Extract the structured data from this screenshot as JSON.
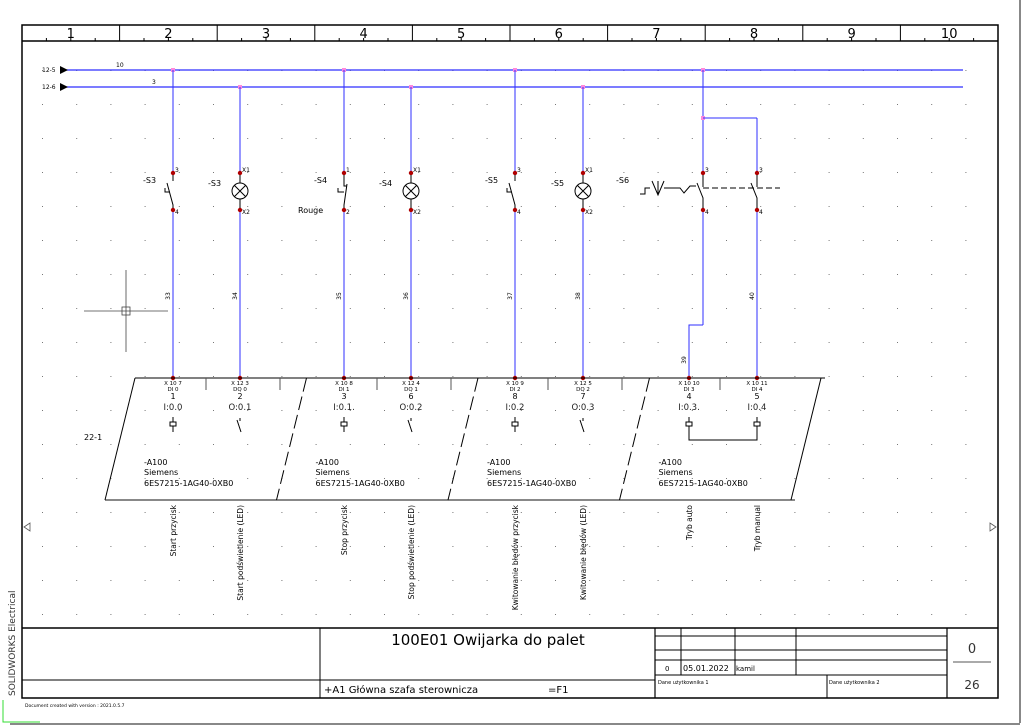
{
  "colors": {
    "wire": "#2f2fff",
    "junction": "#ff88dd",
    "terminal": "#b00000",
    "frame": "#000000"
  },
  "columns": [
    "1",
    "2",
    "3",
    "4",
    "5",
    "6",
    "7",
    "8",
    "9",
    "10"
  ],
  "buses": [
    {
      "label": "12-5",
      "wire_number": "10"
    },
    {
      "label": "12-6",
      "wire_number": "3"
    }
  ],
  "circuits": [
    {
      "tag": "-S3",
      "type": "pushbutton-no",
      "pin_top": "3",
      "pin_bottom": "4",
      "wire_number": "33",
      "extra": "",
      "plc_terminal": "X 10 7",
      "plc_channel": "DI 0",
      "plc_index": "1",
      "plc_address": "I:0.0",
      "signal": "Start przycisk"
    },
    {
      "tag": "-S3",
      "type": "lamp",
      "pin_top": "X1",
      "pin_bottom": "X2",
      "wire_number": "34",
      "extra": "",
      "plc_terminal": "X 12 3",
      "plc_channel": "DQ 0",
      "plc_index": "2",
      "plc_address": "O:0.1",
      "signal": "Start podświetlenie (LED)"
    },
    {
      "tag": "-S4",
      "type": "pushbutton-nc",
      "pin_top": "1",
      "pin_bottom": "2",
      "wire_number": "35",
      "extra": "Rouge",
      "plc_terminal": "X 10 8",
      "plc_channel": "DI 1",
      "plc_index": "3",
      "plc_address": "I:0.1.",
      "signal": "Stop przycisk"
    },
    {
      "tag": "-S4",
      "type": "lamp",
      "pin_top": "X1",
      "pin_bottom": "X2",
      "wire_number": "36",
      "extra": "",
      "plc_terminal": "X 12 4",
      "plc_channel": "DQ 1",
      "plc_index": "6",
      "plc_address": "O:0.2",
      "signal": "Stop podświetlenie (LED)"
    },
    {
      "tag": "-S5",
      "type": "pushbutton-no",
      "pin_top": "3",
      "pin_bottom": "4",
      "wire_number": "37",
      "extra": "",
      "plc_terminal": "X 10 9",
      "plc_channel": "DI 2",
      "plc_index": "8",
      "plc_address": "I:0.2",
      "signal": "Kwitowanie błędów przycisk"
    },
    {
      "tag": "-S5",
      "type": "lamp",
      "pin_top": "X1",
      "pin_bottom": "X2",
      "wire_number": "38",
      "extra": "",
      "plc_terminal": "X 12 5",
      "plc_channel": "DQ 2",
      "plc_index": "7",
      "plc_address": "O:0.3",
      "signal": "Kwitowanie błędów (LED)"
    },
    {
      "tag": "-S6",
      "type": "selector",
      "pin_top": "3",
      "pin_bottom": "4",
      "wire_number": "39",
      "extra": "",
      "plc_terminal": "X 10 10",
      "plc_channel": "DI 3",
      "plc_index": "4",
      "plc_address": "I:0.3.",
      "signal": "Tryb auto"
    },
    {
      "tag": "",
      "type": "selector-2",
      "pin_top": "3",
      "pin_bottom": "4",
      "wire_number": "40",
      "extra": "",
      "plc_terminal": "X 10 11",
      "plc_channel": "DI 4",
      "plc_index": "5",
      "plc_address": "I:0.4",
      "signal": "Tryb manual"
    }
  ],
  "plc": {
    "ref": "22-1",
    "modules": [
      {
        "tag": "-A100",
        "maker": "Siemens",
        "part": "6ES7215-1AG40-0XB0"
      },
      {
        "tag": "-A100",
        "maker": "Siemens",
        "part": "6ES7215-1AG40-0XB0"
      },
      {
        "tag": "-A100",
        "maker": "Siemens",
        "part": "6ES7215-1AG40-0XB0"
      },
      {
        "tag": "-A100",
        "maker": "Siemens",
        "part": "6ES7215-1AG40-0XB0"
      }
    ]
  },
  "title_block": {
    "title": "100E01 Owijarka do palet",
    "location": "+A1  Główna szafa sterownicza",
    "function": "=F1",
    "revision": {
      "index": "0",
      "date": "05.01.2022",
      "author": "kamil"
    },
    "user_data_1": "Dane użytkownika 1",
    "user_data_2": "Dane użytkownika 2",
    "sheet": "0",
    "sheet_total": "26"
  },
  "software_label": "SOLIDWORKS Electrical",
  "version_note": "Document created with version :  2021.0.5.7"
}
